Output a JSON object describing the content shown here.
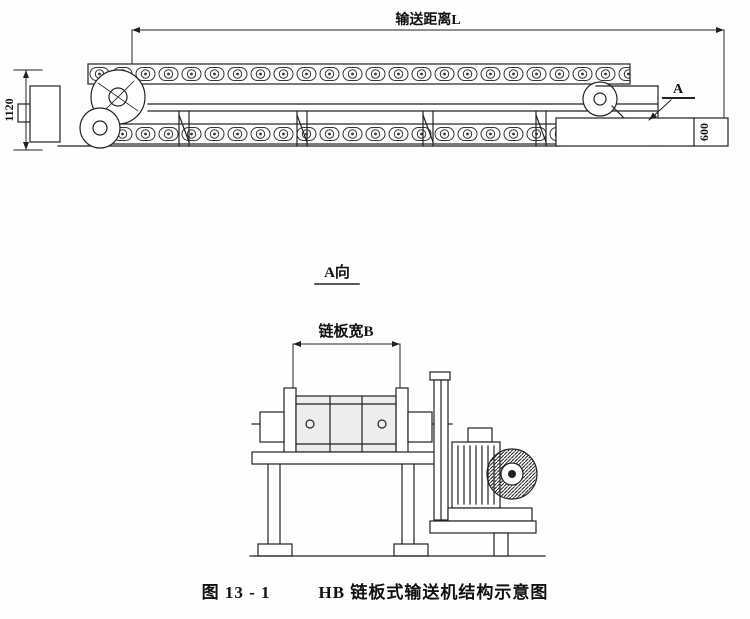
{
  "side_view": {
    "length_dimension_label": "输送距离L",
    "height_dimension_left": "1120",
    "height_dimension_right": "600",
    "section_marker": "A"
  },
  "section_view": {
    "view_label": "A向",
    "width_dimension_label": "链板宽B"
  },
  "caption": {
    "number": "图 13 - 1",
    "title": "HB 链板式输送机结构示意图"
  }
}
